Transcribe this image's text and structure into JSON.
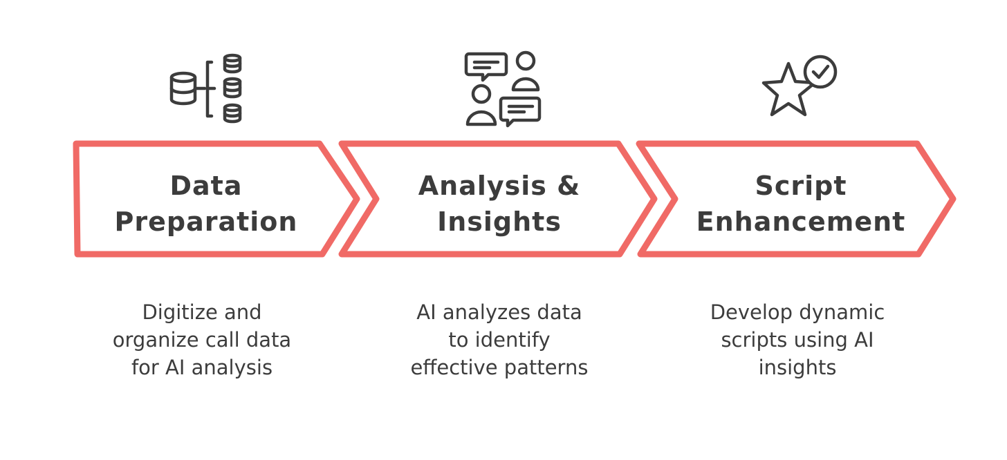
{
  "colors": {
    "accent": "#f06a66",
    "text": "#3c3c3c",
    "icon": "#3c3c3c",
    "background": "#ffffff"
  },
  "steps": [
    {
      "icon": "database-tree-icon",
      "title": "Data\nPreparation",
      "description": "Digitize and\norganize call data\nfor AI analysis"
    },
    {
      "icon": "people-chat-icon",
      "title": "Analysis &\nInsights",
      "description": "AI analyzes data\nto identify\neffective patterns"
    },
    {
      "icon": "star-check-icon",
      "title": "Script\nEnhancement",
      "description": "Develop dynamic\nscripts using AI\ninsights"
    }
  ]
}
